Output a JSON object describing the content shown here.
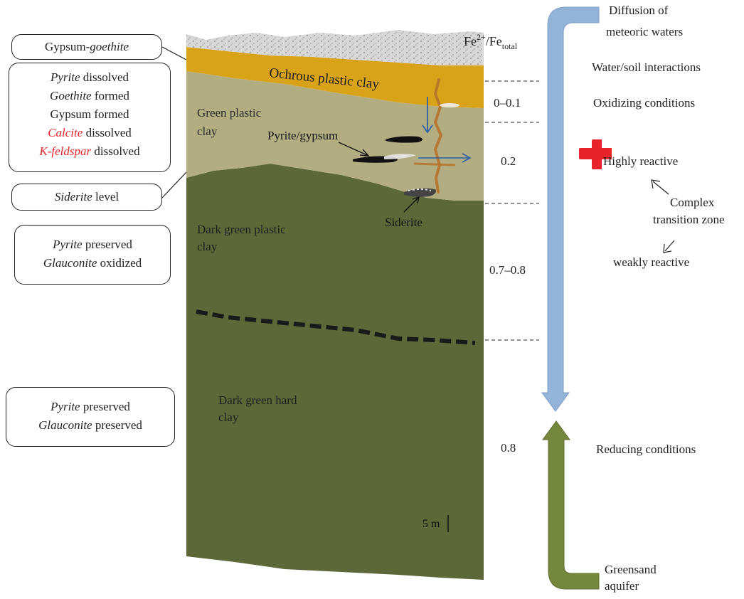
{
  "annotations": {
    "gypsum_goethite": {
      "part1": "Gypsum-",
      "part2": "goethite"
    },
    "reactions": {
      "l1": {
        "italic": "Pyrite",
        "rest": " dissolved"
      },
      "l2": {
        "italic": "Goethite",
        "rest": " formed"
      },
      "l3": {
        "text": "Gypsum formed"
      },
      "l4": {
        "italic": "Calcite",
        "rest": " dissolved"
      },
      "l5": {
        "italic": "K-feldspar",
        "rest": " dissolved"
      }
    },
    "siderite_level": {
      "italic": "Siderite",
      "rest": " level"
    },
    "dark_plastic": {
      "l1": {
        "italic": "Pyrite",
        "rest": " preserved"
      },
      "l2": {
        "italic": "Glauconite",
        "rest": " oxidized"
      }
    },
    "dark_hard": {
      "l1": {
        "italic": "Pyrite",
        "rest": " preserved"
      },
      "l2": {
        "italic": "Glauconite",
        "rest": " preserved"
      }
    }
  },
  "layers": {
    "ochrous": "Ochrous plastic clay",
    "green": [
      "Green plastic",
      "clay"
    ],
    "dark_plastic": [
      "Dark green plastic",
      "clay"
    ],
    "dark_hard": [
      "Dark green hard",
      "clay"
    ]
  },
  "features": {
    "pyrite_gypsum": "Pyrite/gypsum",
    "siderite": "Siderite",
    "scale": "5 m"
  },
  "ratio_header": {
    "base": "Fe",
    "sup": "2+",
    "mid": "/Fe",
    "sub": "total"
  },
  "ratios": [
    "0–0.1",
    "0.2",
    "0.7–0.8",
    "0.8"
  ],
  "right_labels": {
    "diffusion": [
      "Diffusion of",
      "meteoric waters"
    ],
    "water_soil": "Water/soil interactions",
    "oxidizing": "Oxidizing conditions",
    "highly_reactive": "Highly reactive",
    "complex": [
      "Complex",
      "transition zone"
    ],
    "weakly": "weakly reactive",
    "reducing": "Reducing conditions",
    "greensand": [
      "Greensand",
      "aquifer"
    ]
  },
  "colors": {
    "ochre": "#d9a319",
    "green_clay": "#b3ad82",
    "dark_green": "#5d6838",
    "gravel": "#d5d5d5",
    "blue_arrow": "#94b3d9",
    "green_arrow": "#74873c",
    "red_cross": "#e8232a",
    "flow_arrow": "#2f5fa8",
    "oxidized_vein": "#b5732a",
    "annotation_red": "#e8232a"
  }
}
